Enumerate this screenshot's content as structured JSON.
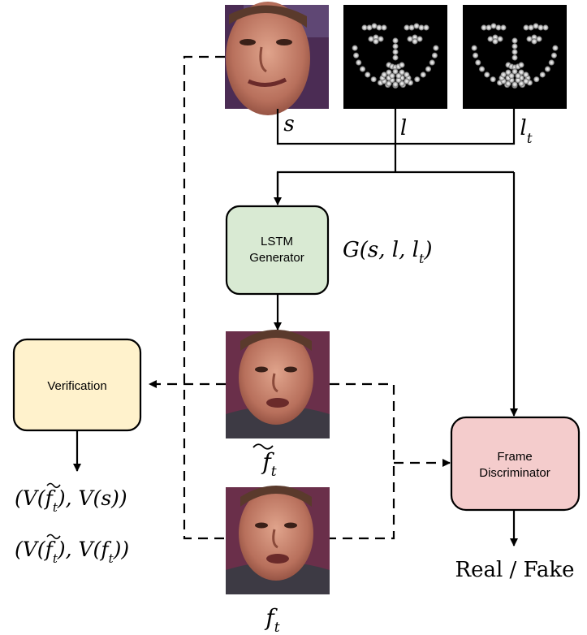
{
  "inputs": {
    "source_label": "s",
    "landmark_label": "l",
    "target_landmark_main": "l",
    "target_landmark_sub": "t"
  },
  "generator": {
    "line1": "LSTM",
    "line2": "Generator",
    "formula_prefix": "G(s, l, l",
    "formula_sub": "t",
    "formula_suffix": ")",
    "fill": "#d9ead3"
  },
  "verification": {
    "label": "Verification",
    "fill": "#fff2cc",
    "output1": {
      "prefix": "(V(",
      "f": "f",
      "sub": "t",
      "suffix": "), V(s))"
    },
    "output2": {
      "prefix": "(V(",
      "f": "f",
      "sub": "t",
      "middle": "), V(f",
      "sub2": "t",
      "suffix": "))"
    }
  },
  "generated_frame": {
    "main": "f",
    "sub": "t"
  },
  "real_frame": {
    "main": "f",
    "sub": "t"
  },
  "discriminator": {
    "line1": "Frame",
    "line2": "Discriminator",
    "fill": "#f4cccc",
    "output": "Real / Fake"
  },
  "colors": {
    "stroke": "#000000",
    "skin": "#c98a74",
    "suit": "#3d3a44",
    "background_face": "#6a2f4a",
    "landmark_bg": "#000000",
    "landmark_dot": "#cfcfcf"
  },
  "icons": {
    "source_face": "face-photo-icon",
    "landmarks": "landmark-map-icon",
    "target_landmarks": "landmark-map-icon",
    "generated_face": "face-photo-icon",
    "real_face": "face-photo-icon"
  }
}
